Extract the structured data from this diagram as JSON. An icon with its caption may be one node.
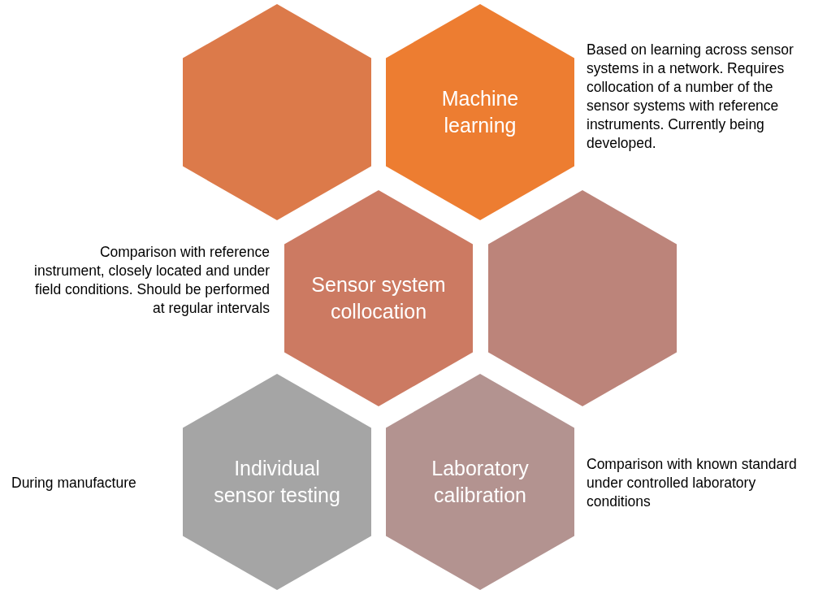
{
  "diagram": {
    "nodes": [
      {
        "text": [],
        "shape": "hexagon"
      },
      {
        "text": [
          "Machine learning"
        ],
        "beside": [
          "Based on learning across sensor systems in a network. Requires collocation of a number of the sensor systems with reference instruments. Currently being developed."
        ]
      },
      {
        "text": [
          "Sensor system collocation"
        ],
        "beside": [
          "Comparison with reference instrument, closely located and under field conditions. Should be performed at regular intervals"
        ]
      },
      {
        "text": [],
        "shape": "hexagon"
      },
      {
        "text": [
          "Individual sensor testing"
        ],
        "beside": [
          "During manufacture"
        ]
      },
      {
        "text": [
          "Laboratory calibration"
        ],
        "beside": [
          "Comparison with known standard under controlled laboratory conditions"
        ]
      }
    ],
    "edges": []
  }
}
